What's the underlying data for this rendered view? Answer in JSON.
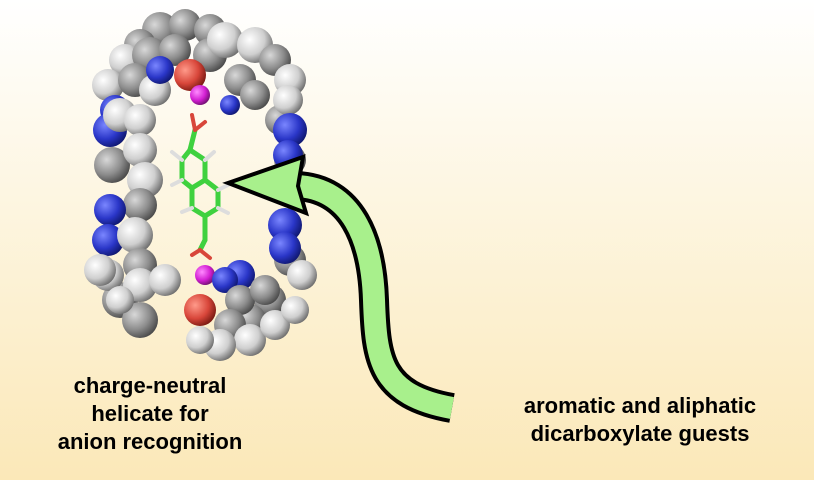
{
  "left_caption": [
    "charge-neutral",
    "helicate for",
    "anion recognition"
  ],
  "right_caption": [
    "aromatic and aliphatic",
    "dicarboxylate guests"
  ],
  "colors": {
    "carbon": "#9a9a9a",
    "hydrogen": "#e4e4e4",
    "nitrogen": "#2a36c8",
    "oxygen": "#d8463a",
    "metal": "#d21fd2",
    "guest": "#3fd13f",
    "arrow_fill": "#a8f08c",
    "arrow_outline": "#000000"
  }
}
